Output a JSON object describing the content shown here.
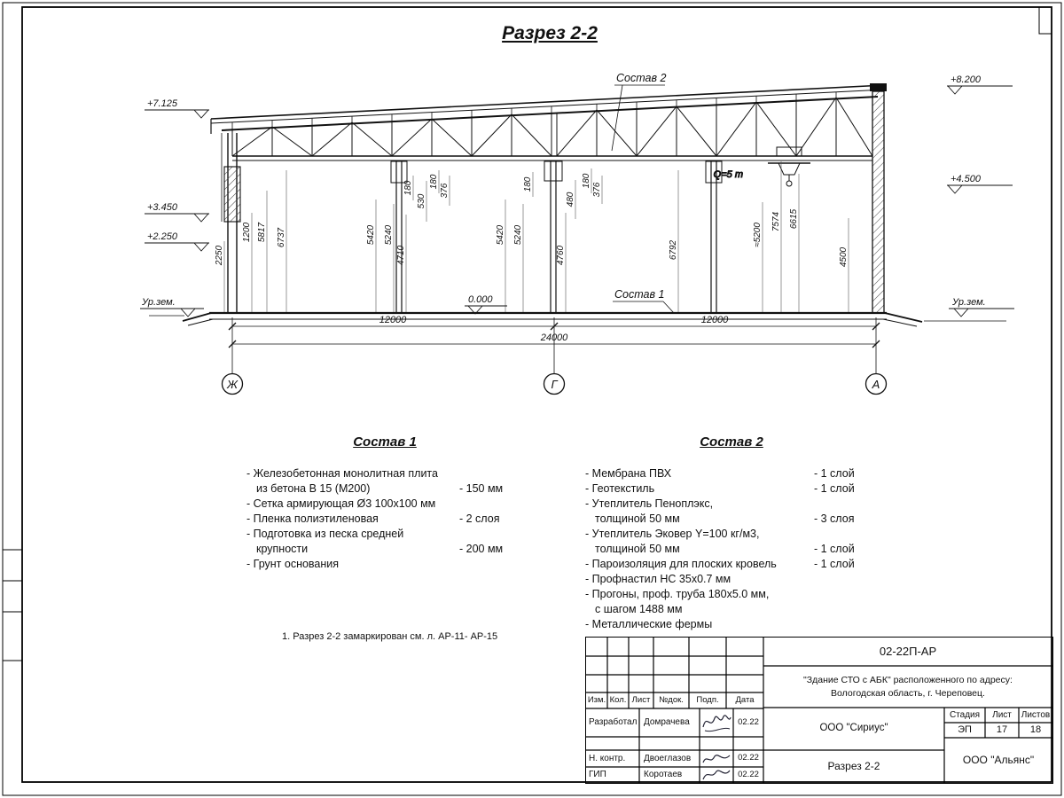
{
  "sheet": {
    "title": "Разрез 2-2",
    "note": "1. Разрез 2-2 замаркирован см. л. АР-11- АР-15"
  },
  "section": {
    "callout_roof": "Состав 2",
    "callout_floor": "Состав 1",
    "crane_capacity": "Q=5 т",
    "level_zero": "0.000",
    "ground_level_left": "Ур.зем.",
    "ground_level_right": "Ур.зем.",
    "elevations": {
      "roof_left": "+7.125",
      "roof_right": "+8.200",
      "crane_rail": "+4.500",
      "wall_mid": "+3.450",
      "wall_low": "+2.250"
    },
    "axes": [
      "Ж",
      "Г",
      "А"
    ],
    "span_dims": [
      "12000",
      "12000"
    ],
    "total_dim": "24000",
    "vdims": [
      "2250",
      "1200",
      "5817",
      "6737",
      "5420",
      "5240",
      "4710",
      "180",
      "530",
      "180",
      "376",
      "5420",
      "5240",
      "180",
      "4760",
      "480",
      "180",
      "376",
      "6792",
      "≈5200",
      "7574",
      "6615",
      "4500"
    ]
  },
  "sostav1": {
    "title": "Состав 1",
    "items": [
      {
        "name": "- Железобетонная  монолитная плита\nиз бетона В 15 (М200)",
        "value": "- 150 мм"
      },
      {
        "name": "- Сетка армирующая Ø3 100х100 мм",
        "value": ""
      },
      {
        "name": "- Пленка полиэтиленовая",
        "value": "- 2 слоя"
      },
      {
        "name": "- Подготовка из песка средней\nкрупности",
        "value": "- 200 мм"
      },
      {
        "name": "- Грунт основания",
        "value": ""
      }
    ]
  },
  "sostav2": {
    "title": "Состав 2",
    "items": [
      {
        "name": "- Мембрана ПВХ",
        "value": "- 1 слой"
      },
      {
        "name": "- Геотекстиль",
        "value": "- 1 слой"
      },
      {
        "name": "- Утеплитель Пеноплэкс,\nтолщиной 50 мм",
        "value": "- 3 слоя"
      },
      {
        "name": "- Утеплитель Эковер Y=100 кг/м3,\nтолщиной 50 мм",
        "value": "- 1 слой"
      },
      {
        "name": "- Пароизоляция для плоских кровель",
        "value": "- 1 слой"
      },
      {
        "name": "- Профнастил НС 35х0.7 мм",
        "value": ""
      },
      {
        "name": "- Прогоны, проф. труба 180х5.0 мм,\nс шагом 1488 мм",
        "value": ""
      },
      {
        "name": "- Металлические фермы",
        "value": ""
      }
    ]
  },
  "titleblock": {
    "doc_number": "02-22П-АР",
    "project_line1": "\"Здание СТО с АБК\" расположенного по адресу:",
    "project_line2": "Вологодская область, г. Череповец.",
    "header_cols": {
      "izm": "Изм.",
      "kol": "Кол.",
      "list": "Лист",
      "ndok": "№док.",
      "podp": "Подп.",
      "data": "Дата"
    },
    "rows": [
      {
        "role": "Разработал",
        "name": "Домрачева",
        "date": "02.22"
      },
      {
        "role": "Н. контр.",
        "name": "Двоеглазов",
        "date": "02.22"
      },
      {
        "role": "ГИП",
        "name": "Коротаев",
        "date": "02.22"
      }
    ],
    "org_design": "ООО \"Сириус\"",
    "stage_label": "Стадия",
    "sheet_label": "Лист",
    "sheets_label": "Листов",
    "stage": "ЭП",
    "sheet_no": "17",
    "sheets_total": "18",
    "drawing_name": "Разрез 2-2",
    "org_customer": "ООО \"Альянс\""
  }
}
